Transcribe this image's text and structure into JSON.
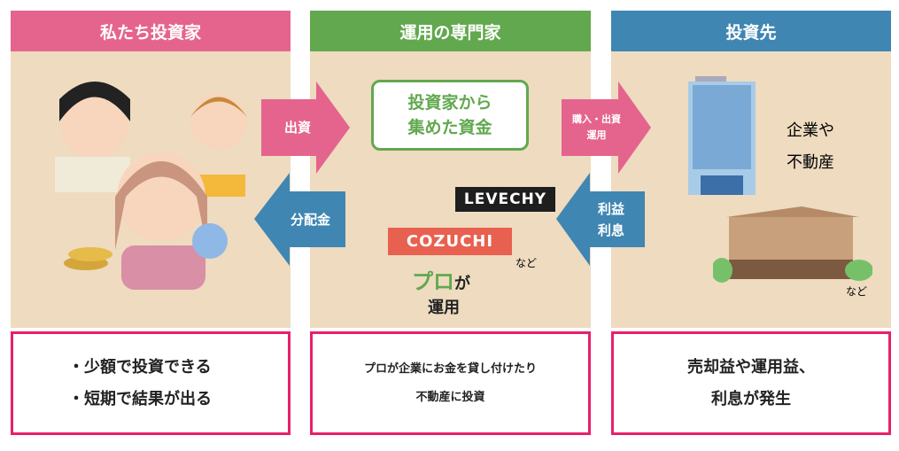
{
  "columns": [
    {
      "title": "私たち投資家",
      "color": "#e5648e"
    },
    {
      "title": "運用の専門家",
      "color": "#62a84e"
    },
    {
      "title": "投資先",
      "color": "#3f86b3"
    }
  ],
  "arrows": {
    "invest": "出資",
    "distribute": "分配金",
    "purchase_line1": "購入・出資",
    "purchase_line2": "運用",
    "profit_line1": "利益",
    "profit_line2": "利息"
  },
  "middle": {
    "fund_line1": "投資家から",
    "fund_line2": "集めた資金",
    "logo1": "LEVECHY",
    "logo2": "COZUCHI",
    "etc": "など",
    "pro": "プロ",
    "ga": "が",
    "unyo": "運用"
  },
  "right": {
    "label_line1": "企業や",
    "label_line2": "不動産",
    "etc": "など"
  },
  "bottom": {
    "left": [
      "・少額で投資できる",
      "・短期で結果が出る"
    ],
    "middle": [
      "プロが企業にお金を貸し付けたり",
      "不動産に投資"
    ],
    "right": [
      "売却益や運用益、",
      "利息が発生"
    ]
  }
}
